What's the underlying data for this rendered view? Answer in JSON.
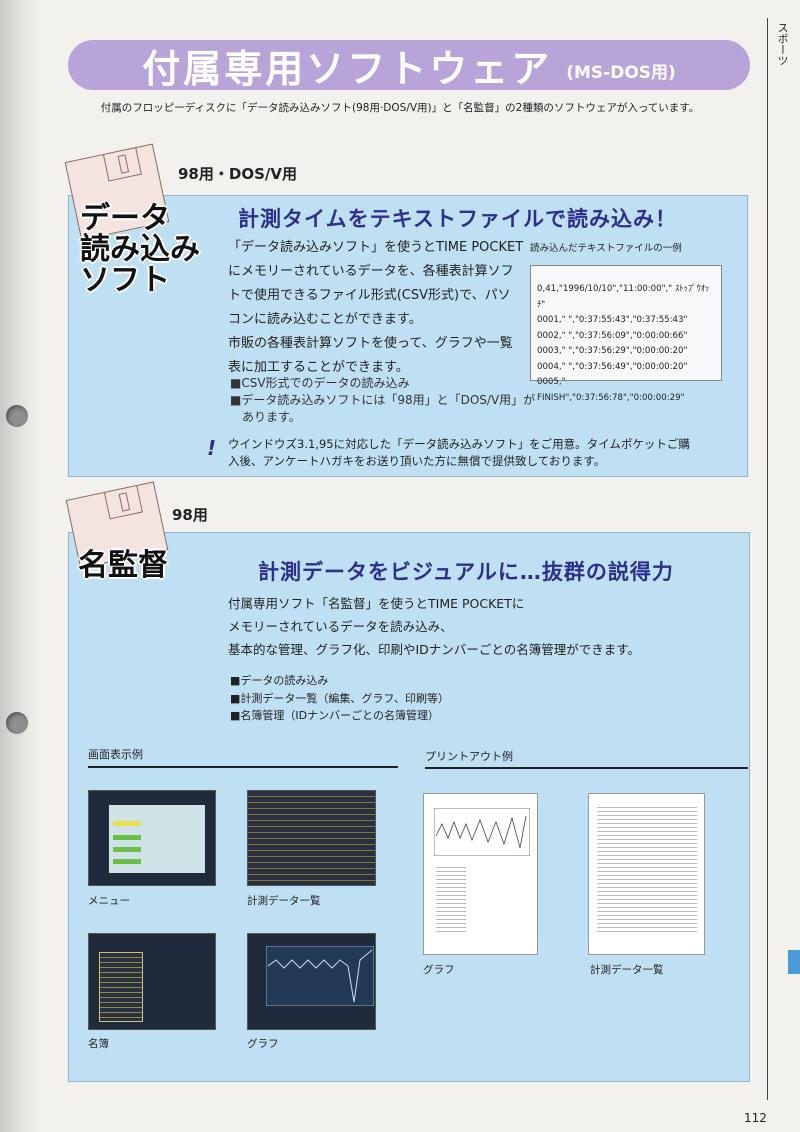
{
  "side_tab": "スポーツ",
  "title": "付属専用ソフトウェア",
  "title_suffix": "(MS-DOS用)",
  "intro": "付属のフロッピーディスクに「データ読み込みソフト(98用·DOS/V用)」と「名監督」の2種類のソフトウェアが入っています。",
  "section1": {
    "platform": "98用・DOS/V用",
    "name_lines": [
      "データ",
      "読み込み",
      "ソフト"
    ],
    "headline": "計測タイムをテキストファイルで読み込み！",
    "body": [
      "「データ読み込みソフト」を使うとTIME POCKET",
      "にメモリーされているデータを、各種表計算ソフ",
      "トで使用できるファイル形式(CSV形式)で、パソ",
      "コンに読み込むことができます。",
      "市販の各種表計算ソフトを使って、グラフや一覧",
      "表に加工することができます。"
    ],
    "bullets": [
      "■CSV形式でのデータの読み込み",
      "■データ読み込みソフトには「98用」と「DOS/V用」が",
      "　あります。"
    ],
    "csv_caption": "読み込んだテキストファイルの一例",
    "csv_lines": [
      "0,41,\"1996/10/10\",\"11:00:00\",\" ｽﾄｯﾌﾟｳｵｯﾁ\"",
      "0001,\"   \",\"0:37:55:43\",\"0:37:55:43\"",
      "0002,\"   \",\"0:37:56:09\",\"0:00:00:66\"",
      "0003,\"   \",\"0:37:56:29\",\"0:00:00:20\"",
      "0004,\"   \",\"0:37:56:49\",\"0:00:00:20\"",
      "0005,\"  FINISH\",\"0:37:56:78\",\"0:00:00:29\""
    ],
    "note_icon": "!",
    "note": [
      "ウインドウズ3.1,95に対応した「データ読み込みソフト」をご用意。タイムポケットご購",
      "入後、アンケートハガキをお送り頂いた方に無償で提供致しております。"
    ]
  },
  "section2": {
    "platform": "98用",
    "name": "名監督",
    "headline": "計測データをビジュアルに…抜群の説得力",
    "body": [
      "付属専用ソフト「名監督」を使うとTIME POCKETに",
      "メモリーされているデータを読み込み、",
      "基本的な管理、グラフ化、印刷やIDナンバーごとの名簿管理ができます。"
    ],
    "bullets": [
      "■データの読み込み",
      "■計測データ一覧（編集、グラフ、印刷等）",
      "■名簿管理（IDナンバーごとの名簿管理）"
    ],
    "screen_heading": "画面表示例",
    "print_heading": "プリントアウト例",
    "screens": [
      "メニュー",
      "計測データ一覧",
      "名簿",
      "グラフ"
    ],
    "prints": [
      "グラフ",
      "計測データ一覧"
    ]
  },
  "page_number": "112",
  "colors": {
    "title_pill": "#b8a4d8",
    "box": "#bfe0f3",
    "headline": "#2c2f8c",
    "tab": "#4a9ad8"
  }
}
